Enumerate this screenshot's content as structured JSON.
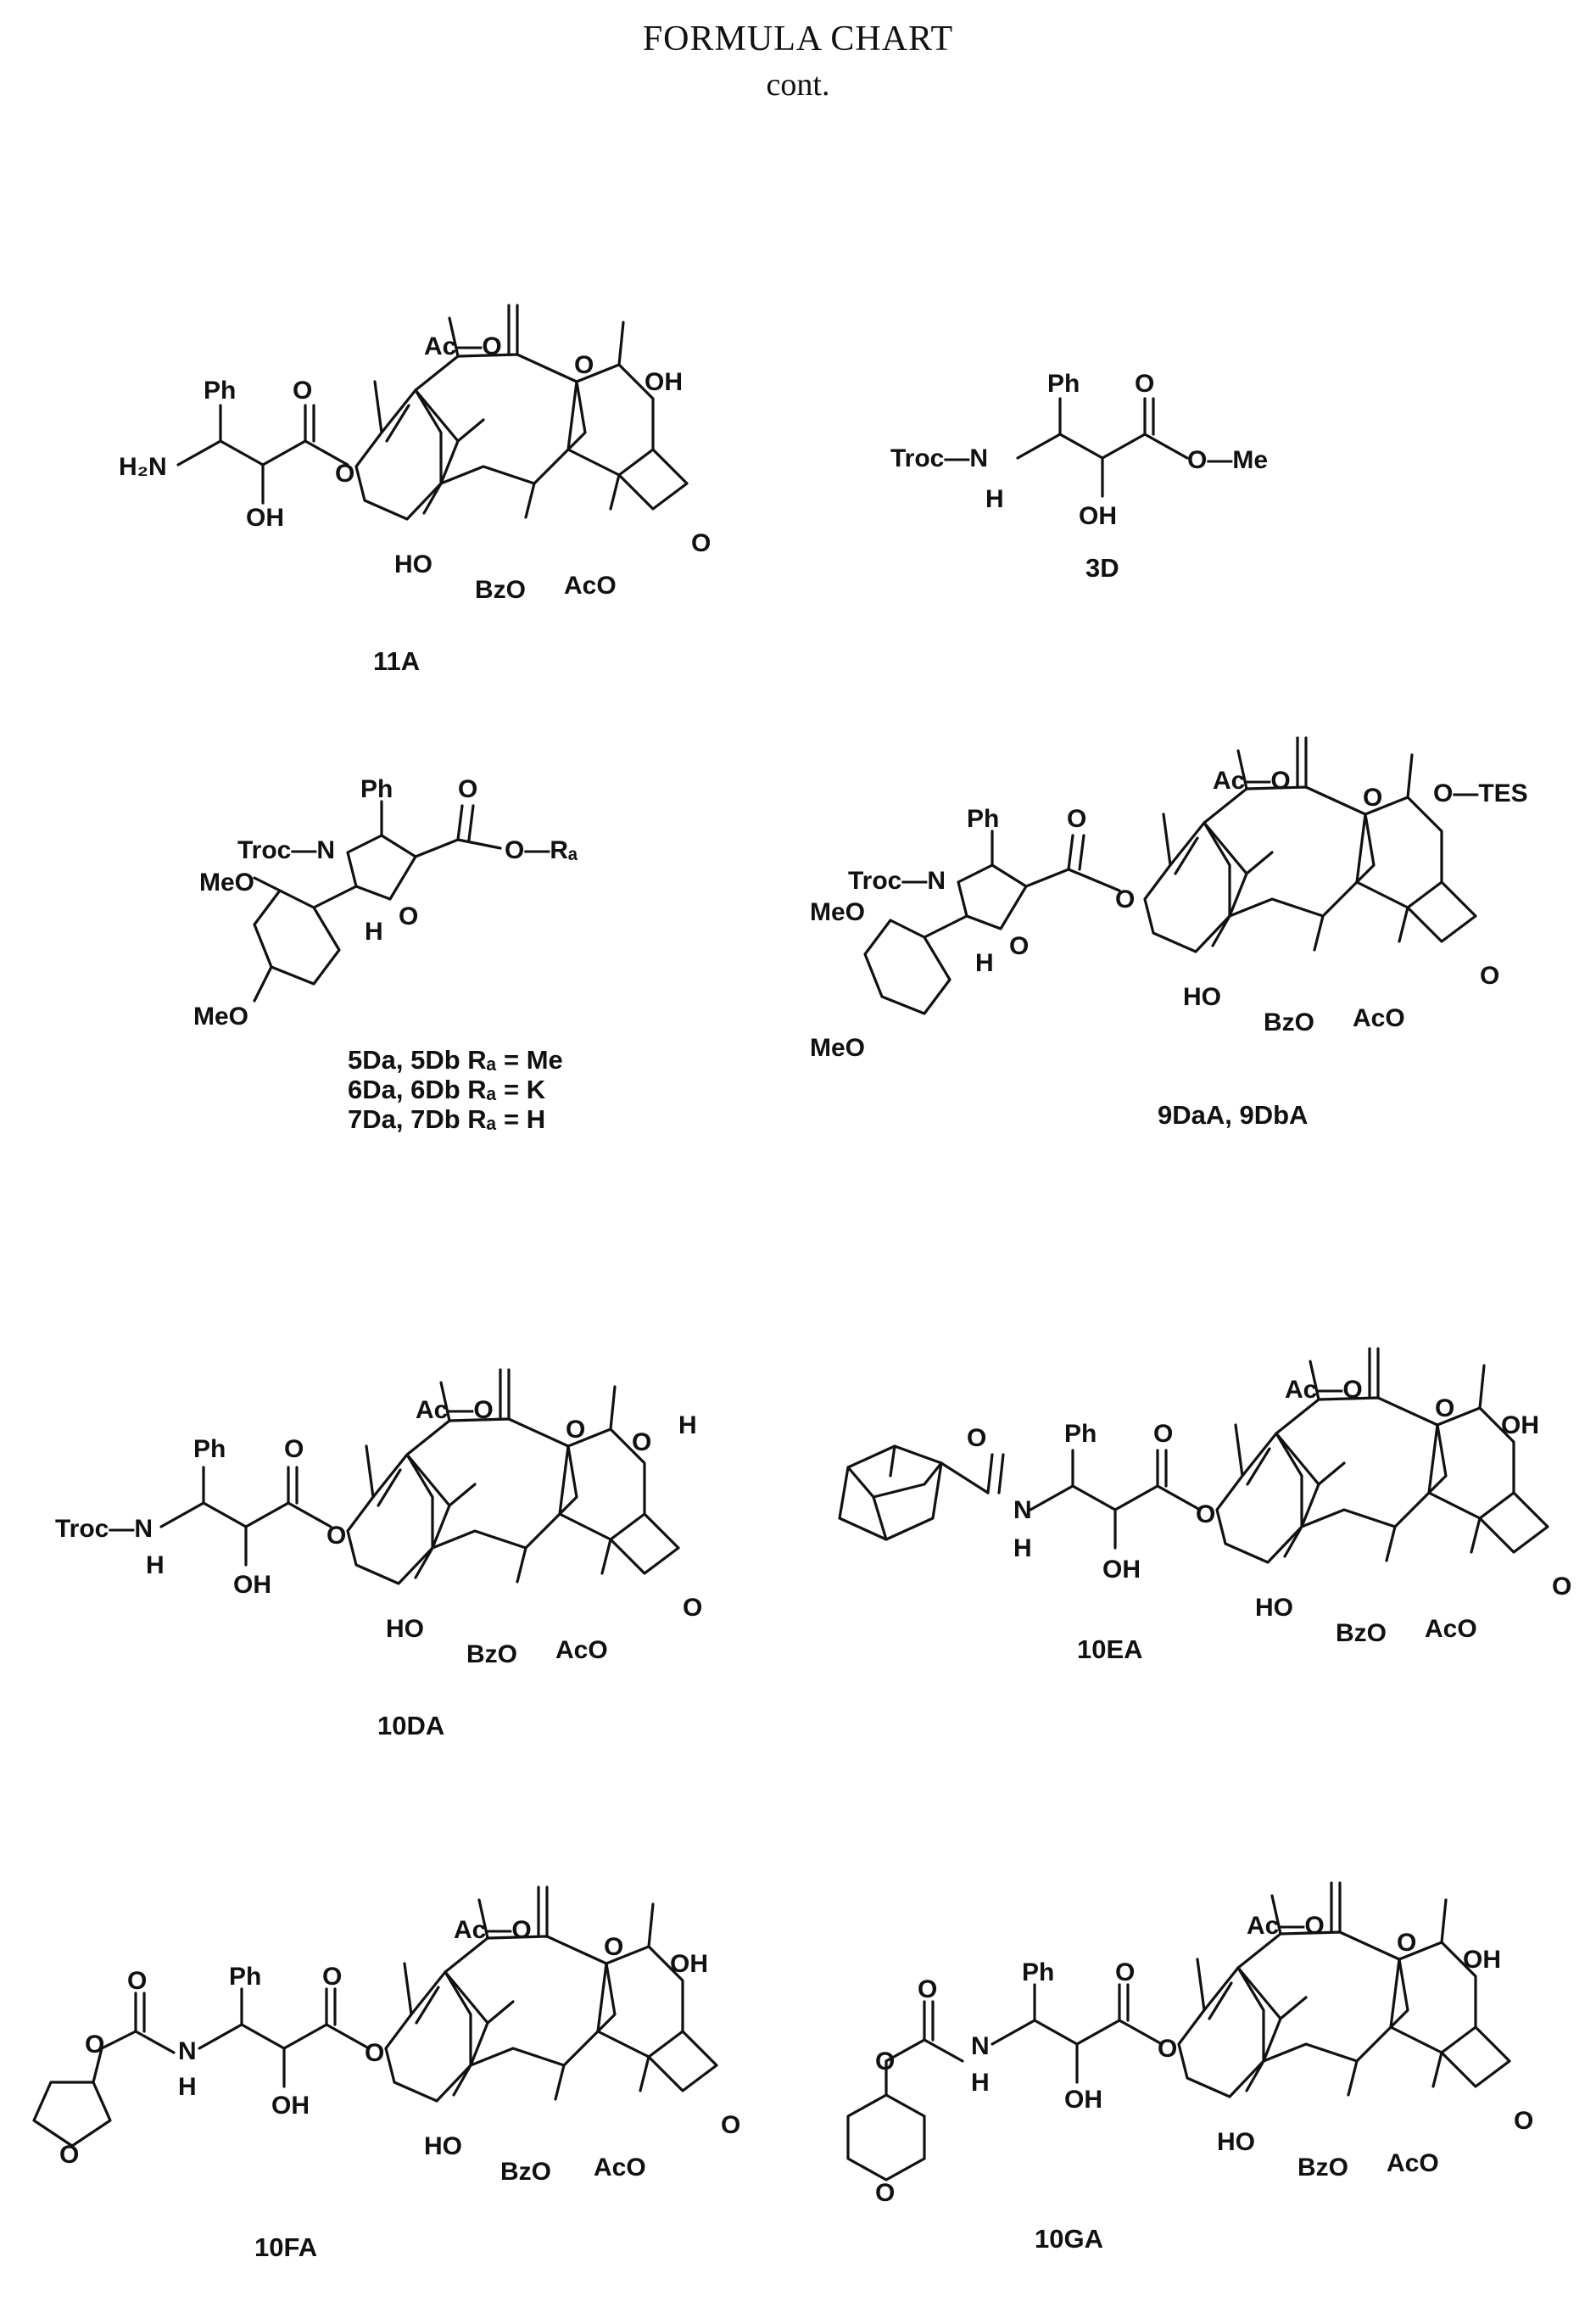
{
  "header": {
    "title": "FORMULA CHART",
    "subtitle": "cont."
  },
  "atoms": {
    "ac_o": "Ac—O",
    "o": "O",
    "oh": "OH",
    "ho": "HO",
    "bzo": "BzO",
    "aco": "AcO",
    "ph": "Ph",
    "h2n": "H₂N",
    "h": "H",
    "n": "N",
    "troc_n": "Troc—N",
    "o_me": "O—Me",
    "o_ra": "O—Rₐ",
    "meo": "MeO",
    "o_tes": "O—TES"
  },
  "compounds": {
    "c11a": {
      "label": "11A"
    },
    "c3d": {
      "label": "3D"
    },
    "c5": {
      "labels": [
        "5Da, 5Db  Rₐ = Me",
        "6Da, 6Db  Rₐ = K",
        "7Da, 7Db  Rₐ = H"
      ]
    },
    "c9": {
      "label": "9DaA, 9DbA"
    },
    "c10d": {
      "label": "10DA"
    },
    "c10e": {
      "label": "10EA"
    },
    "c10f": {
      "label": "10FA"
    },
    "c10g": {
      "label": "10GA"
    }
  }
}
